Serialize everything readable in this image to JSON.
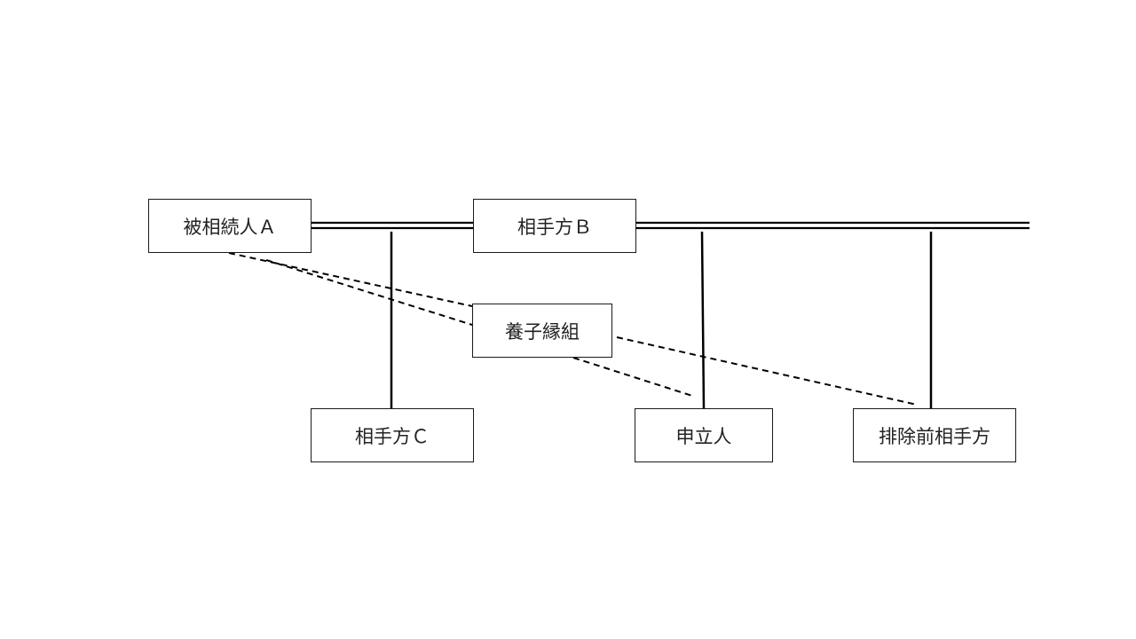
{
  "nodes": {
    "decedent": "被相続人Ａ",
    "spouse_b": "相手方Ｂ",
    "adoption": "養子縁組",
    "party_c": "相手方Ｃ",
    "applicant": "申立人",
    "pre_exclusion_party": "排除前相手方"
  },
  "colors": {
    "line": "#000000",
    "border": "#1a1a1a",
    "text": "#222222",
    "background": "#ffffff"
  }
}
